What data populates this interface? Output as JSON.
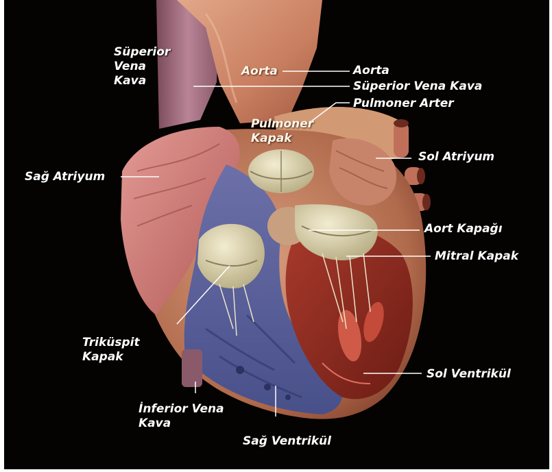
{
  "figure": {
    "accent_color": "#ffffff",
    "background_color": "#050302",
    "illustration": "human-heart-cross-section",
    "labels": {
      "superior_vena_kava_left": "Süperior\nVena\nKava",
      "aorta_on_art": "Aorta",
      "aorta": "Aorta",
      "superior_vena_kava": "Süperior Vena Kava",
      "pulmoner_arter": "Pulmoner Arter",
      "pulmoner_kapak": "Pulmoner\nKapak",
      "sol_atriyum": "Sol Atriyum",
      "sag_atriyum": "Sağ Atriyum",
      "aort_kapagi": "Aort Kapağı",
      "mitral_kapak": "Mitral Kapak",
      "trikuspit_kapak": "Triküspit\nKapak",
      "sol_ventrikul": "Sol Ventrikül",
      "inferior_vena_kava": "İnferior Vena\nKava",
      "sag_ventrikul": "Sağ Ventrikül"
    }
  }
}
